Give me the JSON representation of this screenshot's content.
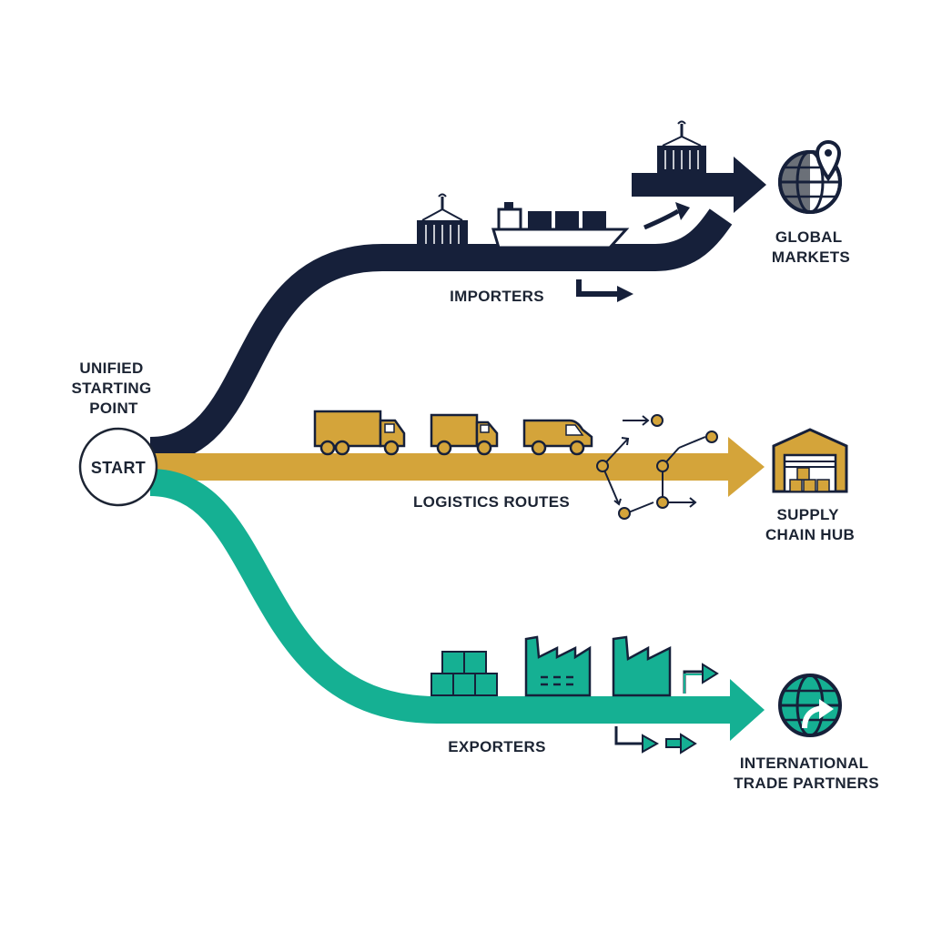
{
  "colors": {
    "navy": "#16203a",
    "gold": "#d4a43a",
    "teal": "#15b093",
    "ink": "#1c2433",
    "white": "#ffffff"
  },
  "start": {
    "heading_lines": [
      "UNIFIED",
      "STARTING",
      "POINT"
    ],
    "button_label": "START"
  },
  "paths": {
    "importers": {
      "label": "IMPORTERS",
      "destination_lines": [
        "GLOBAL",
        "MARKETS"
      ],
      "icons": [
        "crane-container-icon",
        "cargo-ship-icon",
        "hanging-container-icon",
        "globe-pin-icon"
      ]
    },
    "logistics": {
      "label": "LOGISTICS ROUTES",
      "destination_lines": [
        "SUPPLY",
        "CHAIN HUB"
      ],
      "icons": [
        "box-truck-large-icon",
        "box-truck-small-icon",
        "delivery-van-icon",
        "route-network-icon",
        "warehouse-icon"
      ]
    },
    "exporters": {
      "label": "EXPORTERS",
      "destination_lines": [
        "INTERNATIONAL",
        "TRADE PARTNERS"
      ],
      "icons": [
        "stacked-boxes-icon",
        "factory-icon",
        "factory-outlet-icon",
        "globe-arrow-icon"
      ]
    }
  }
}
